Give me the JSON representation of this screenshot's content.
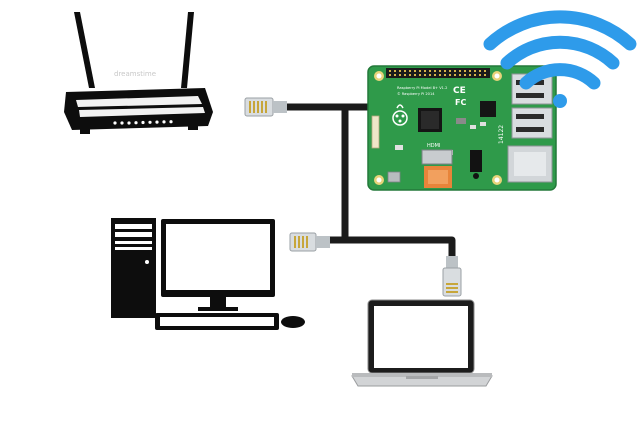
{
  "router": {
    "brand": "dreamstime"
  },
  "raspberry_pi": {
    "silkscreen_top": "Raspberry Pi Model B+ V1.2",
    "silkscreen_sub": "© Raspberry Pi 2014",
    "hdmi_label": "HDMI",
    "ce_mark": "CE",
    "fc_mark": "FC",
    "side_code": "14122"
  },
  "colors": {
    "wifi": "#2e9bea",
    "pcb": "#2f9a4a",
    "cable": "#1b1b1b",
    "device": "#0d0d0d",
    "connector": "#d9dde0",
    "connector_pins": "#c7a63a",
    "sd_card": "#e8843a"
  },
  "icons": [
    "router-icon",
    "wifi-icon",
    "raspberry-pi-icon",
    "desktop-computer-icon",
    "laptop-icon",
    "ethernet-connector-icon"
  ]
}
